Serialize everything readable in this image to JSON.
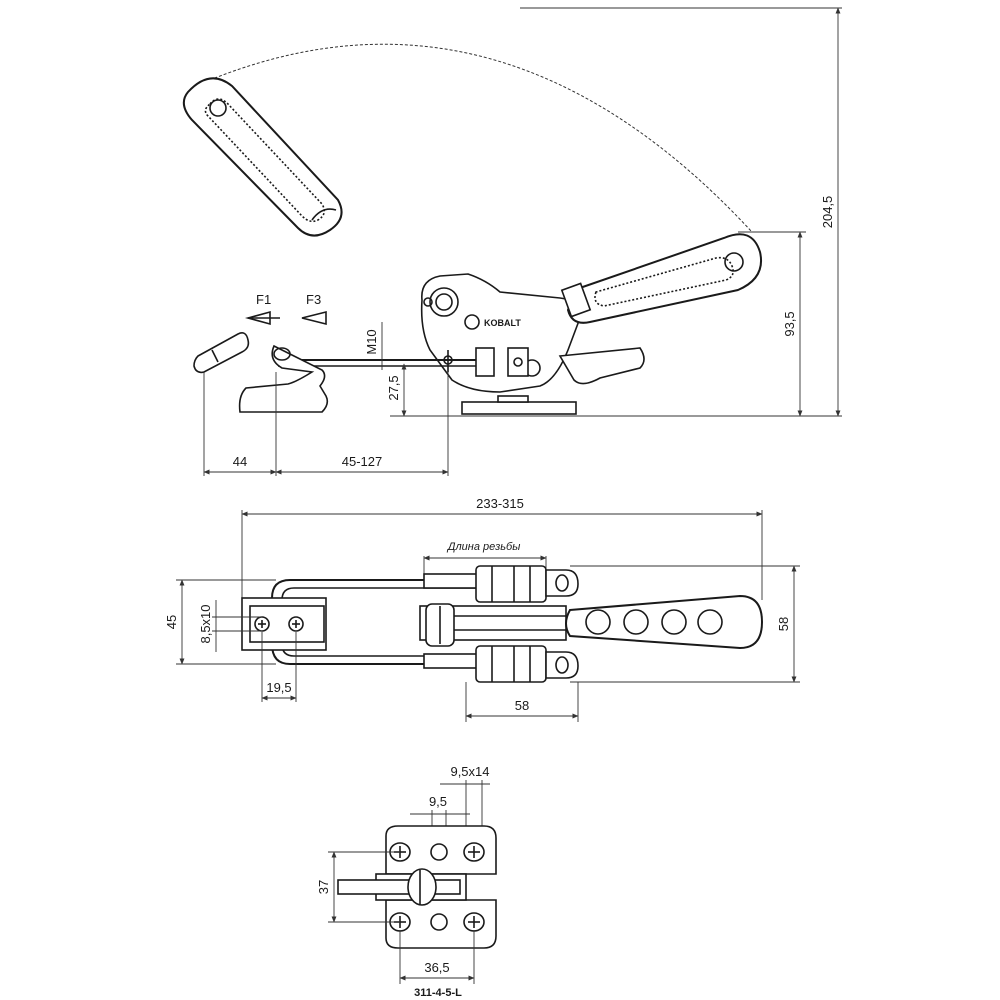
{
  "side_view": {
    "force_labels": [
      "F1",
      "F3"
    ],
    "thread_label": "M10",
    "dim_overall_height": "204,5",
    "dim_handle_height": "93,5",
    "dim_base_height": "27,5",
    "dim_offset": "44",
    "dim_stroke_range": "45-127",
    "brand_text": "KOBALT"
  },
  "top_view": {
    "dim_overall_length": "233-315",
    "thread_length_label": "Длина резьбы",
    "dim_width_left": "45",
    "dim_slot": "8,5x10",
    "dim_hook_width": "19,5",
    "dim_width_right": "58",
    "dim_base_length": "58"
  },
  "base_view": {
    "dim_slot": "9,5x14",
    "dim_hole": "9,5",
    "dim_height": "37",
    "dim_hole_spacing": "36,5",
    "part_number": "311-4-5-L"
  },
  "colors": {
    "line": "#1a1a1a",
    "background": "#ffffff"
  }
}
